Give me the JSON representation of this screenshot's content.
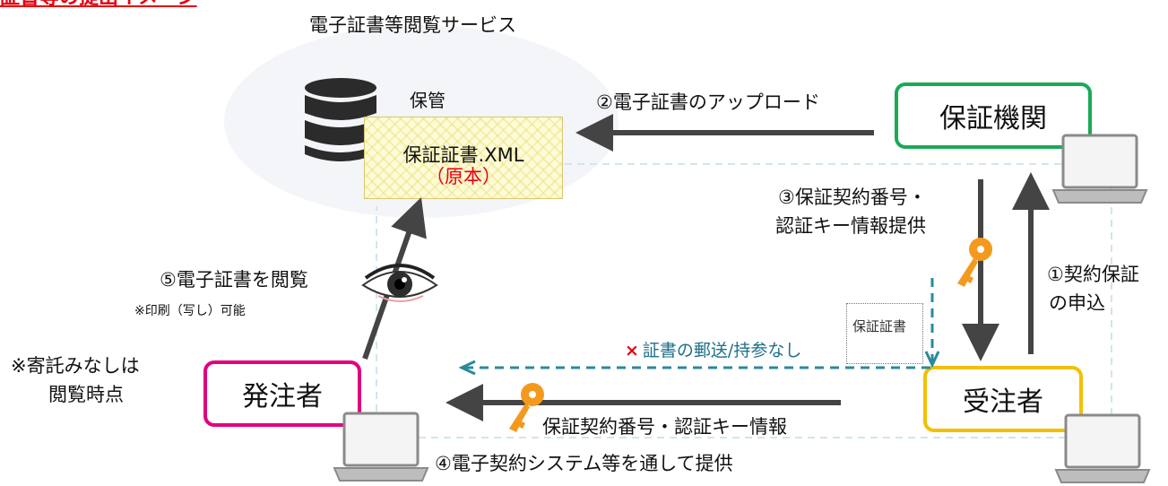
{
  "page_title": "証書等の提出イメージ",
  "service_title": "電子証書等閲覧サービス",
  "storage_label": "保管",
  "doc": {
    "filename": "保証証書.XML",
    "original": "（原本）"
  },
  "roles": {
    "guarantor": "保証機関",
    "contractor": "受注者",
    "orderer": "発注者"
  },
  "steps": {
    "step1_line1": "①契約保証",
    "step1_line2": "の申込",
    "step2": "②電子証書のアップロード",
    "step3_line1": "③保証契約番号・",
    "step3_line2": "認証キー情報提供",
    "step4_info": "保証契約番号・認証キー情報",
    "step4": "④電子契約システム等を通して提供",
    "step5": "⑤電子証書を閲覧",
    "step5_note": "※印刷（写し）可能"
  },
  "no_mail_text": "証書の郵送/持参なし",
  "paper_cert_label": "保証証書",
  "deposit_note_line1": "※寄託みなしは",
  "deposit_note_line2": "閲覧時点",
  "colors": {
    "title_red": "#e60012",
    "guarantor_border": "#1aaa55",
    "contractor_border": "#f3c000",
    "orderer_border": "#e3007f",
    "arrow": "#444444",
    "dashed_arrow": "#2a8a99",
    "key": "#f39a1e"
  }
}
